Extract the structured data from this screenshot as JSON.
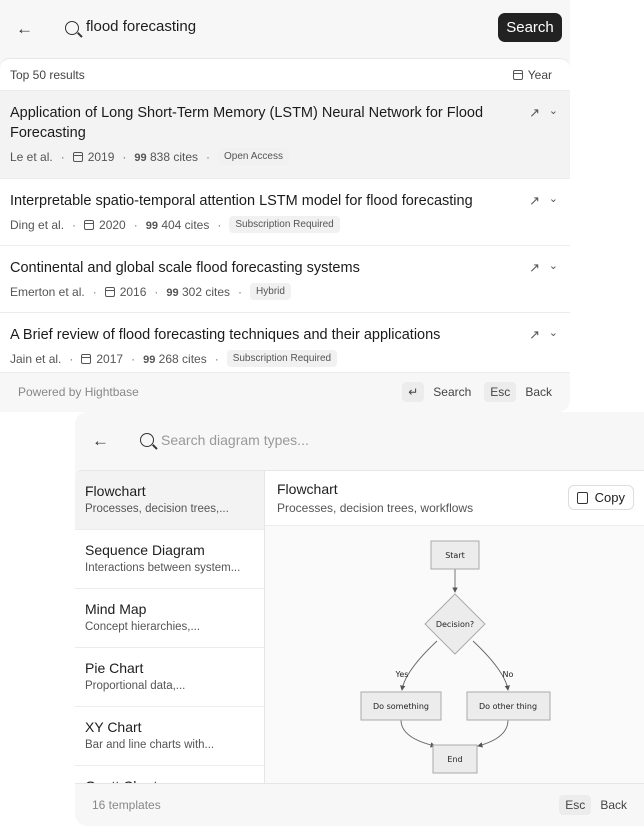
{
  "search": {
    "query": "flood forecasting",
    "button": "Search"
  },
  "results": {
    "summary": "Top 50 results",
    "sort": "Year",
    "items": [
      {
        "title": "Application of Long Short-Term Memory (LSTM) Neural Network for Flood Forecasting",
        "authors": "Le et al.",
        "year": "2019",
        "cites": "838 cites",
        "access": "Open Access"
      },
      {
        "title": "Interpretable spatio-temporal attention LSTM model for flood forecasting",
        "authors": "Ding et al.",
        "year": "2020",
        "cites": "404 cites",
        "access": "Subscription Required"
      },
      {
        "title": "Continental and global scale flood forecasting systems",
        "authors": "Emerton et al.",
        "year": "2016",
        "cites": "302 cites",
        "access": "Hybrid"
      },
      {
        "title": "A Brief review of flood forecasting techniques and their applications",
        "authors": "Jain et al.",
        "year": "2017",
        "cites": "268 cites",
        "access": "Subscription Required"
      }
    ]
  },
  "footer1": {
    "powered": "Powered by Hightbase",
    "enter_key": "↵",
    "enter_label": "Search",
    "esc_key": "Esc",
    "esc_label": "Back"
  },
  "diagram_picker": {
    "placeholder": "Search diagram types...",
    "items": [
      {
        "name": "Flowchart",
        "desc": "Processes, decision trees,..."
      },
      {
        "name": "Sequence Diagram",
        "desc": "Interactions between system..."
      },
      {
        "name": "Mind Map",
        "desc": "Concept hierarchies,..."
      },
      {
        "name": "Pie Chart",
        "desc": "Proportional data,..."
      },
      {
        "name": "XY Chart",
        "desc": "Bar and line charts with..."
      },
      {
        "name": "Gantt Chart",
        "desc": ""
      }
    ],
    "detail": {
      "title": "Flowchart",
      "desc": "Processes, decision trees, workflows",
      "copy": "Copy"
    },
    "flow": {
      "start": "Start",
      "decision": "Decision?",
      "yes": "Yes",
      "no": "No",
      "a": "Do something",
      "b": "Do other thing",
      "end": "End"
    },
    "count": "16 templates",
    "esc_key": "Esc",
    "esc_label": "Back"
  }
}
